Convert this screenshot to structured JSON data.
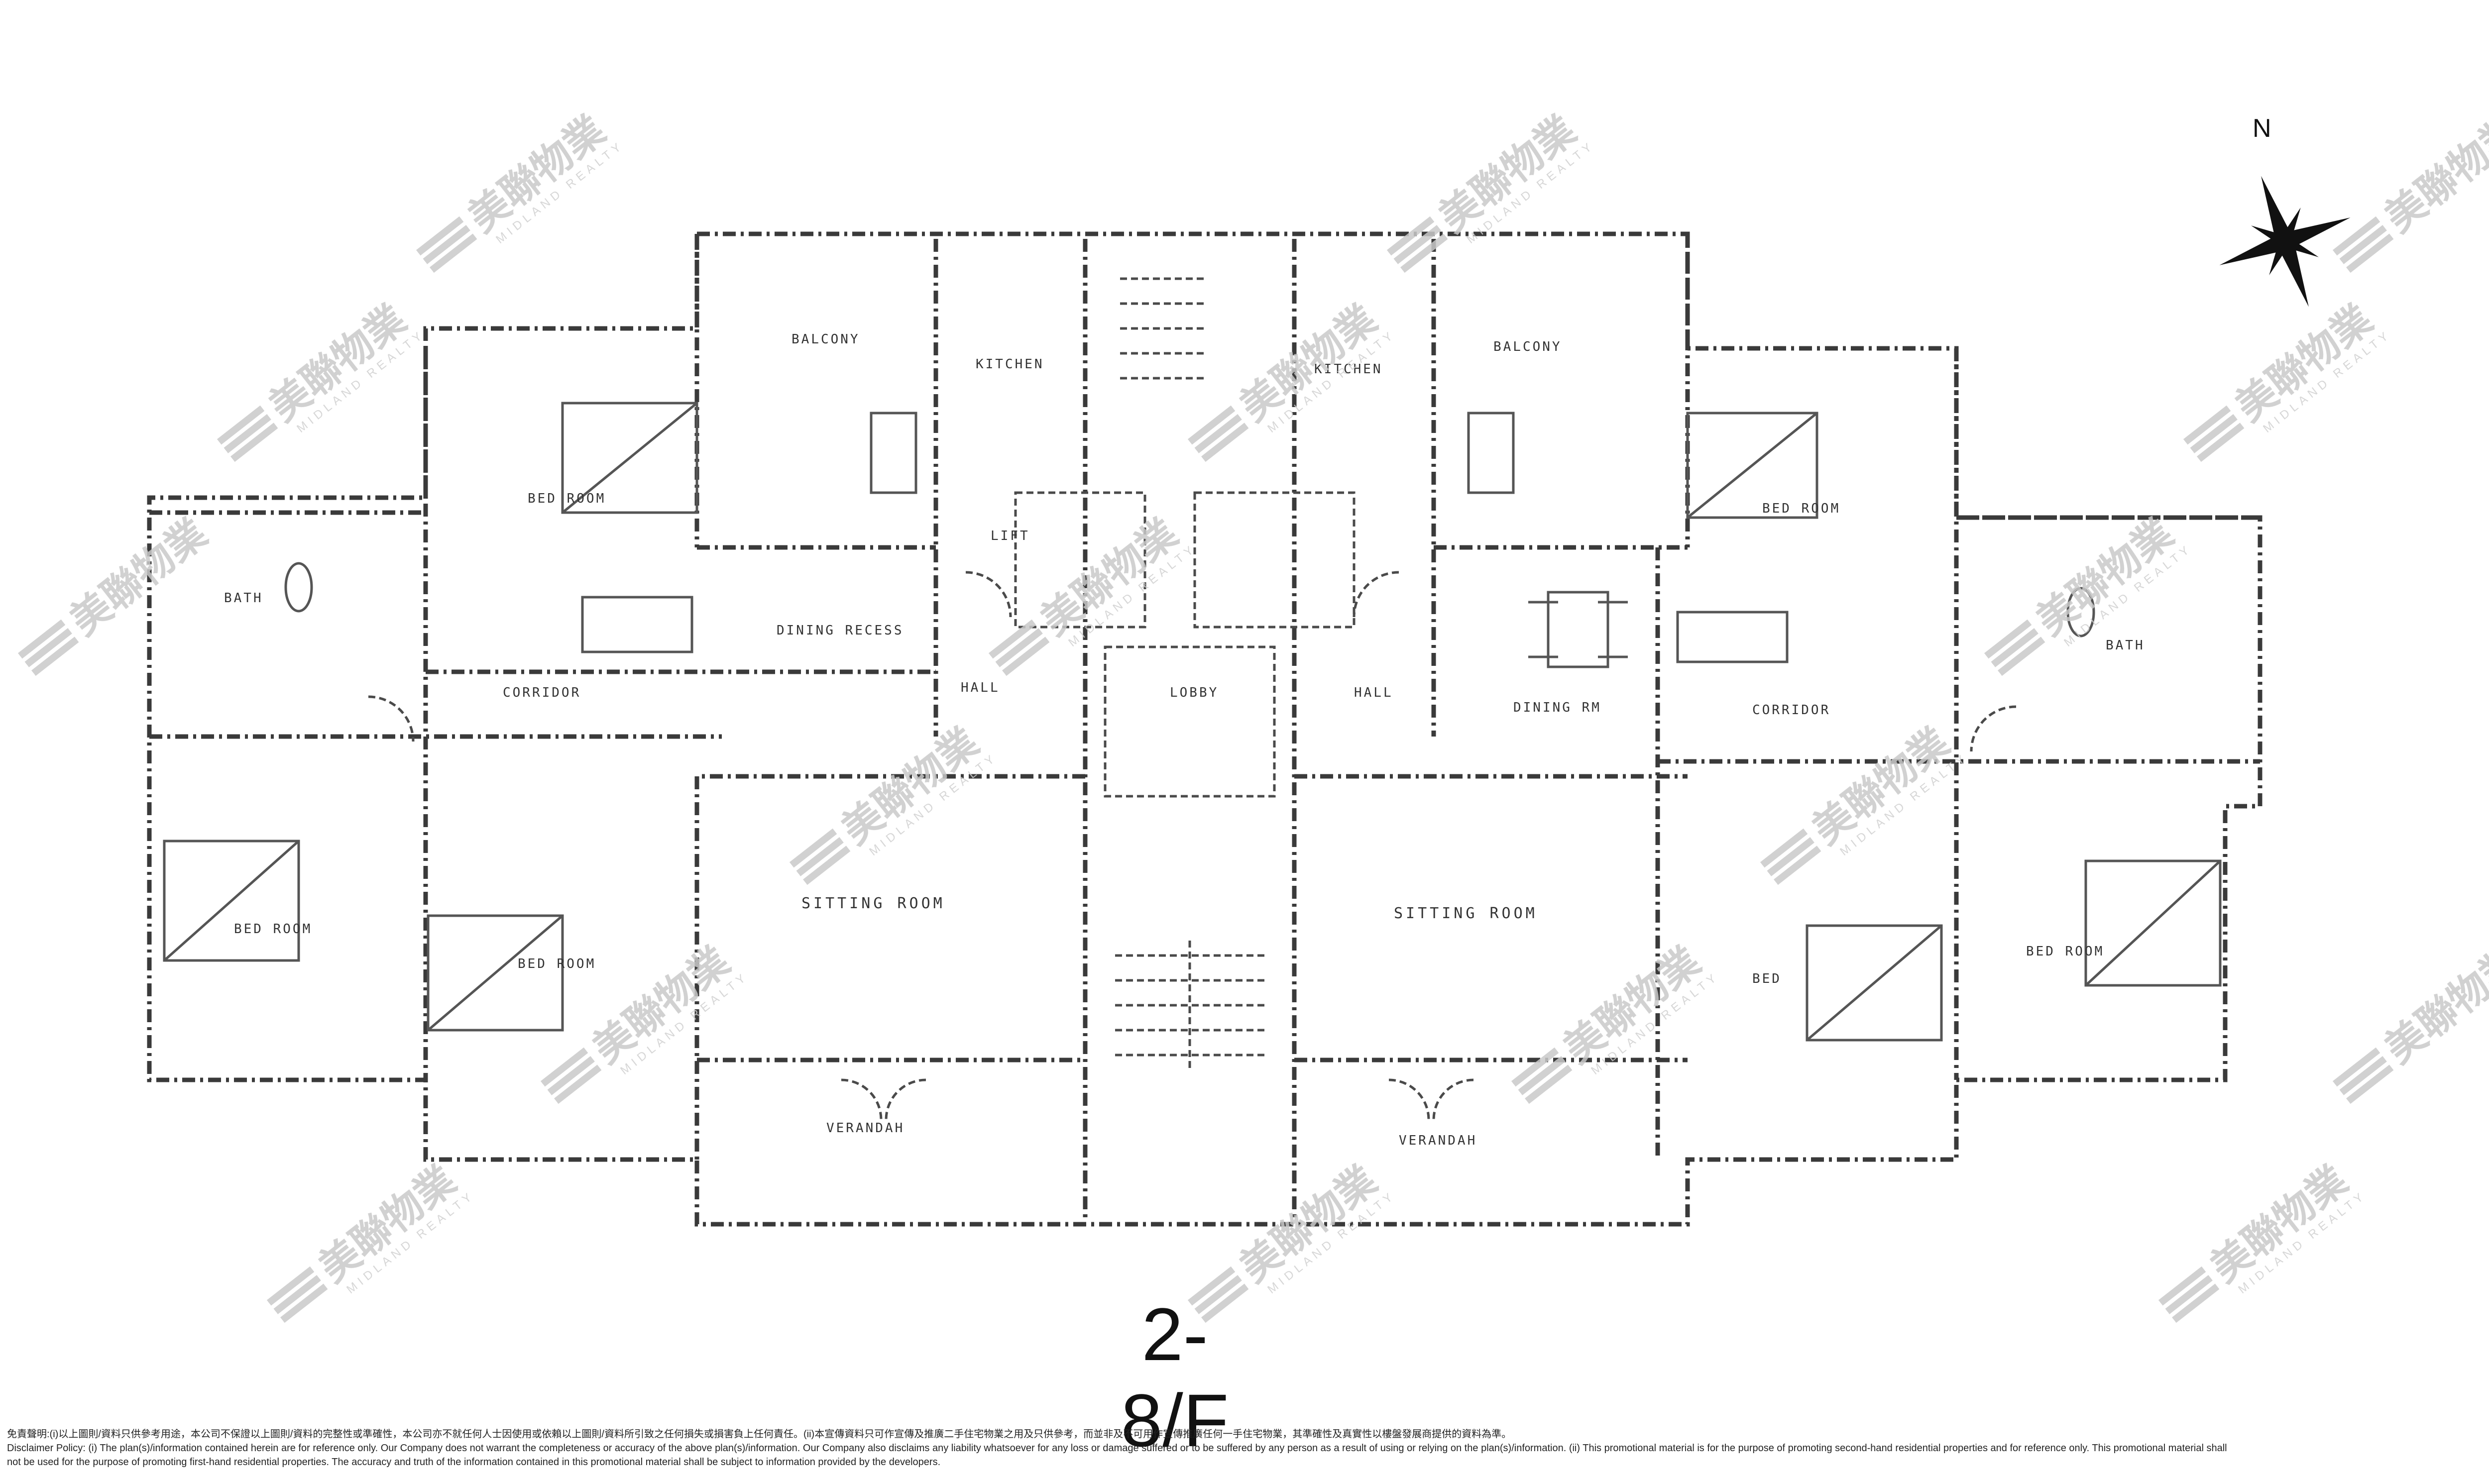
{
  "floor_label": "2-8/F",
  "compass": {
    "label": "N",
    "icon": "north-arrow-star-icon"
  },
  "watermark": {
    "brand_cn": "美聯物業",
    "brand_en": "MIDLAND REALTY",
    "icon": "midland-logo-icon"
  },
  "rooms": {
    "balcony_left": "BALCONY",
    "kitchen_left": "KITCHEN",
    "kitchen_right": "KITCHEN",
    "balcony_right": "BALCONY",
    "bed_room_upper_left": "BED ROOM",
    "bed_room_upper_right": "BED ROOM",
    "bath_left": "BATH",
    "bath_right": "BATH",
    "dining_recess": "DINING RECESS",
    "dining_room_right": "DINING RM",
    "corridor_left": "CORRIDOR",
    "corridor_right": "CORRIDOR",
    "hall_left": "HALL",
    "hall_right": "HALL",
    "lobby": "LOBBY",
    "lift": "LIFT",
    "bed_room_lower_left_1": "BED ROOM",
    "bed_room_lower_left_2": "BED ROOM",
    "sitting_room_left": "SITTING ROOM",
    "sitting_room_right": "SITTING ROOM",
    "bed_lower_right": "BED",
    "bed_room_lower_right": "BED ROOM",
    "verandah_left": "VERANDAH",
    "verandah_right": "VERANDAH"
  },
  "disclaimer": {
    "line_cn": "免責聲明:(i)以上圖則/資料只供參考用途，本公司不保證以上圖則/資料的完整性或準確性，本公司亦不就任何人士因使用或依賴以上圖則/資料所引致之任何損失或損害負上任何責任。(ii)本宣傳資料只可作宣傳及推廣二手住宅物業之用及只供參考，而並非及不可用作宣傳推廣任何一手住宅物業，其準確性及真實性以樓盤發展商提供的資料為準。",
    "line_en_1": "Disclaimer Policy: (i) The plan(s)/information contained herein are for reference only. Our Company does not warrant the completeness or accuracy of the above plan(s)/information. Our Company also disclaims any liability whatsoever for any loss or damage suffered or to be suffered by any person as a result of using or relying on the plan(s)/information. (ii) This promotional material is for the purpose of promoting second-hand residential properties and for reference only. This promotional material shall",
    "line_en_2": "not be used for the purpose of promoting first-hand residential properties. The accuracy and truth of the information contained in this promotional material shall be subject to information provided by the developers."
  }
}
